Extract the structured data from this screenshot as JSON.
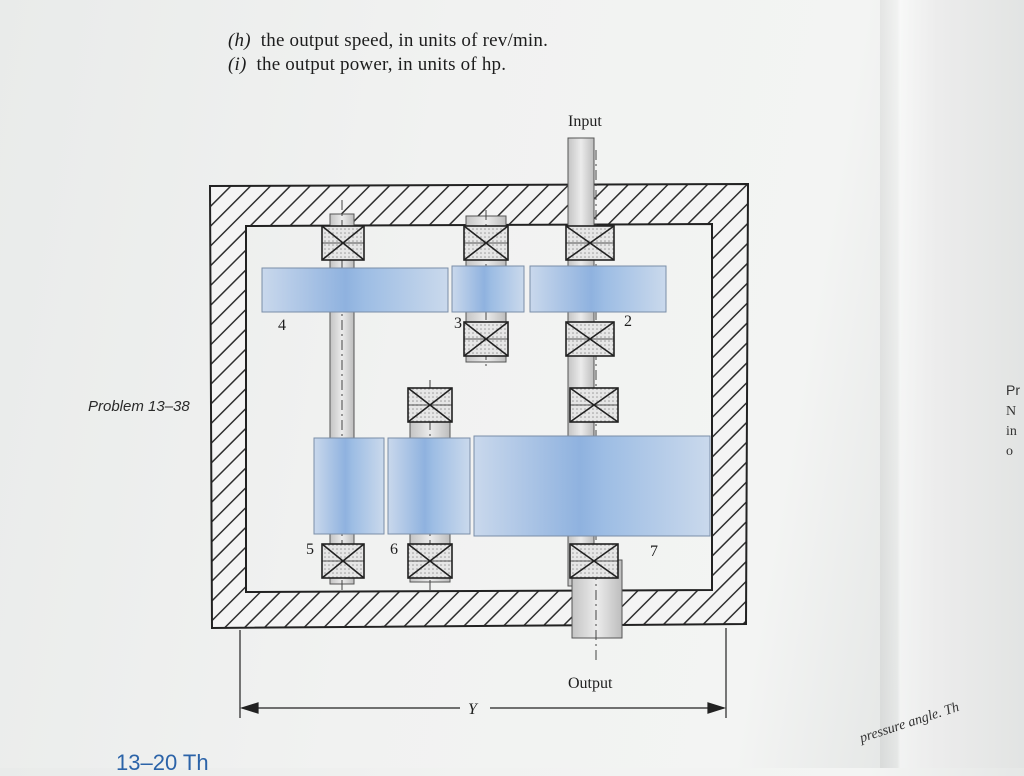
{
  "questions": [
    {
      "tag": "(h)",
      "text": "the output speed, in units of rev/min."
    },
    {
      "tag": "(i)",
      "text": "the output power, in units of hp."
    }
  ],
  "caption": "Problem 13–38",
  "diagram": {
    "input_label": "Input",
    "output_label": "Output",
    "dimension_label": "Y",
    "gear_labels": [
      "2",
      "3",
      "4",
      "5",
      "6",
      "7"
    ]
  },
  "edge_fragments": [
    "Pr",
    "N",
    "in",
    "o"
  ],
  "bottom_left_fragment": "13–20 Th",
  "bottom_right_fragment": "pressure angle. Th",
  "colors": {
    "gear_fill": "#b9cde6",
    "gear_highlight": "#8fb2df",
    "hatch": "#2f2f2f",
    "shaft": "#d6d6d6",
    "caption_blue": "#2b63a8"
  }
}
